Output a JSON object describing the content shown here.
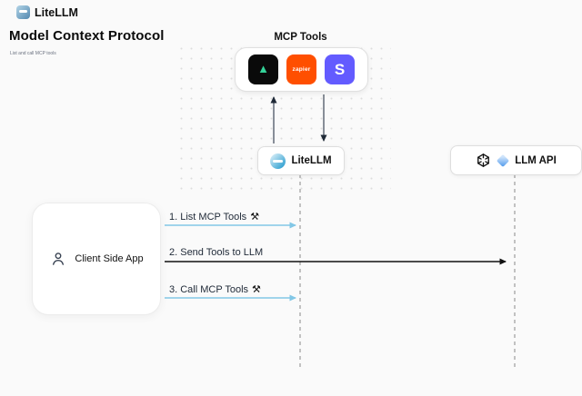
{
  "brand": {
    "name": "LiteLLM"
  },
  "header": {
    "title": "Model Context Protocol",
    "subtitle": "List and call MCP tools"
  },
  "mcp_tools": {
    "label": "MCP Tools",
    "tools": [
      {
        "name": "green-triangle-tool",
        "glyph": "▲"
      },
      {
        "name": "zapier",
        "label": "zapier"
      },
      {
        "name": "stripe",
        "label": "S"
      }
    ]
  },
  "nodes": {
    "litellm": {
      "label": "LiteLLM"
    },
    "llm_api": {
      "label": "LLM API"
    },
    "client": {
      "label": "Client Side App"
    }
  },
  "flows": [
    {
      "step": "1. List MCP Tools",
      "icon": "⚒"
    },
    {
      "step": "2. Send Tools to LLM",
      "icon": ""
    },
    {
      "step": "3. Call MCP Tools",
      "icon": "⚒"
    }
  ],
  "colors": {
    "background": "#fafafa",
    "flow_blue": "#82c7e6",
    "flow_dark": "#111111",
    "zapier_orange": "#ff4f00",
    "stripe_purple": "#635bff",
    "tool_green": "#34d399",
    "lifeline_gray": "#a3a3a3"
  }
}
